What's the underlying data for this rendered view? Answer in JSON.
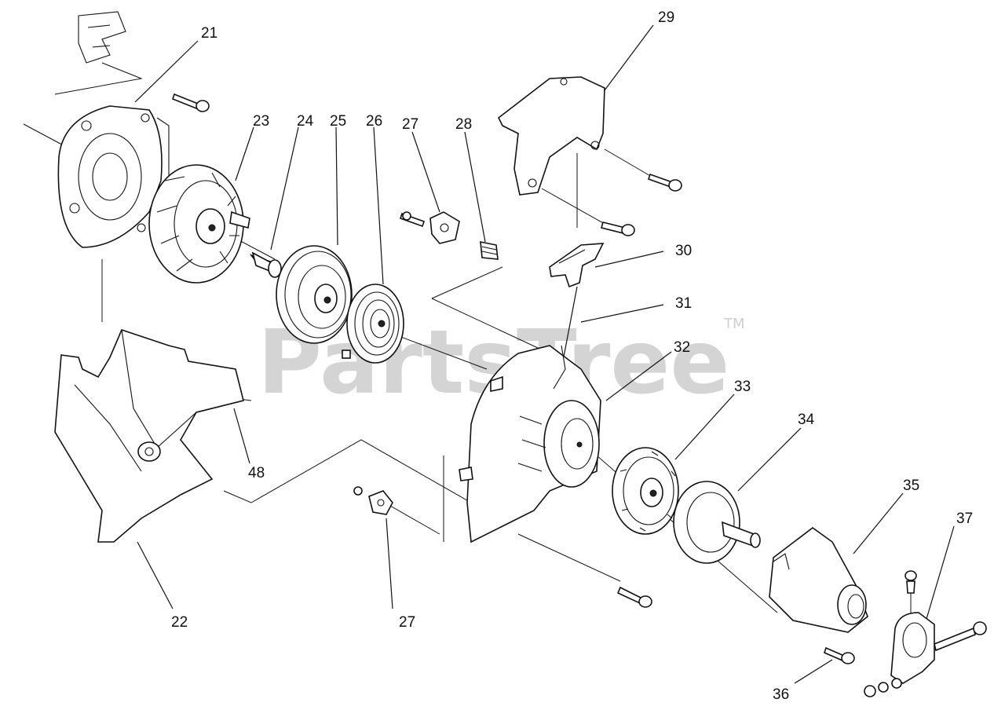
{
  "watermark": {
    "text": "PartsTree",
    "trademark": "TM"
  },
  "callouts": [
    {
      "id": "21",
      "label": "21"
    },
    {
      "id": "22",
      "label": "22"
    },
    {
      "id": "23",
      "label": "23"
    },
    {
      "id": "24",
      "label": "24"
    },
    {
      "id": "25",
      "label": "25"
    },
    {
      "id": "26",
      "label": "26"
    },
    {
      "id": "27a",
      "label": "27"
    },
    {
      "id": "27b",
      "label": "27"
    },
    {
      "id": "28",
      "label": "28"
    },
    {
      "id": "29",
      "label": "29"
    },
    {
      "id": "30",
      "label": "30"
    },
    {
      "id": "31",
      "label": "31"
    },
    {
      "id": "32",
      "label": "32"
    },
    {
      "id": "33",
      "label": "33"
    },
    {
      "id": "34",
      "label": "34"
    },
    {
      "id": "35",
      "label": "35"
    },
    {
      "id": "36",
      "label": "36"
    },
    {
      "id": "37",
      "label": "37"
    },
    {
      "id": "48",
      "label": "48"
    }
  ]
}
